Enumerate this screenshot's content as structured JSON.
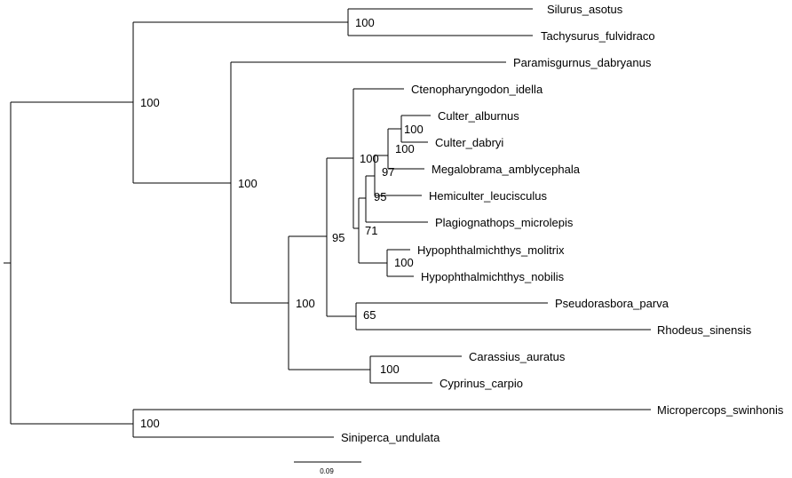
{
  "tree": {
    "taxa": [
      "Silurus_asotus",
      "Tachysurus_fulvidraco",
      "Paramisgurnus_dabryanus",
      "Ctenopharyngodon_idella",
      "Culter_alburnus",
      "Culter_dabryi",
      "Megalobrama_amblycephala",
      "Hemiculter_leucisculus",
      "Plagiognathops_microlepis",
      "Hypophthalmichthys_molitrix",
      "Hypophthalmichthys_nobilis",
      "Pseudorasbora_parva",
      "Rhodeus_sinensis",
      "Carassius_auratus",
      "Cyprinus_carpio",
      "Micropercops_swinhonis",
      "Siniperca_undulata"
    ],
    "support_values": [
      "100",
      "100",
      "100",
      "100",
      "100",
      "97",
      "95",
      "71",
      "100",
      "95",
      "65",
      "100",
      "100",
      "100",
      "100"
    ],
    "scale_bar_label": "0.09"
  }
}
